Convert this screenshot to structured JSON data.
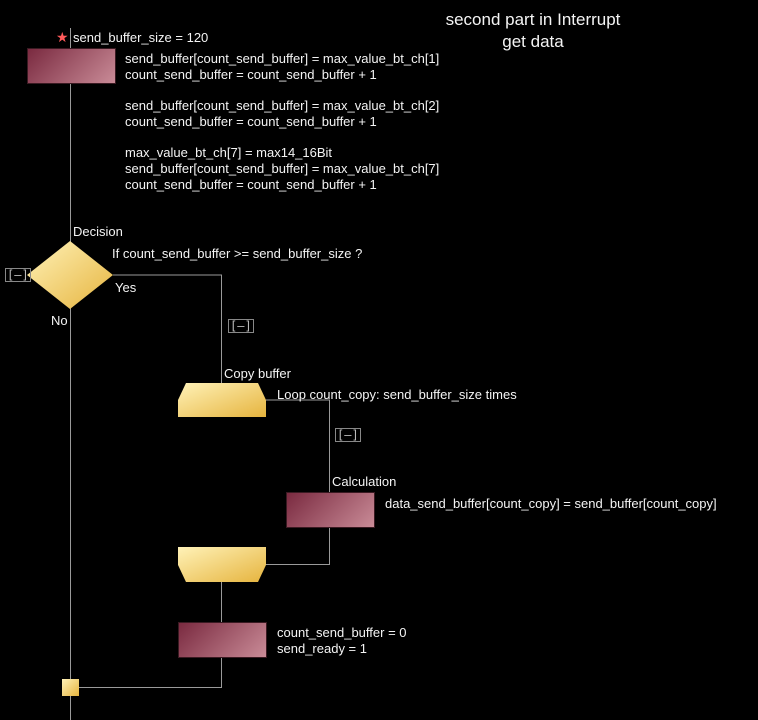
{
  "title": {
    "line1": "second part in Interrupt",
    "line2": "get data"
  },
  "colors": {
    "action": "#b06878",
    "decision": "#f3c95a",
    "line": "#9a9a9a",
    "marker": "#ff5a5a"
  },
  "start": {
    "marker_icon": "star-icon",
    "label": "send_buffer_size = 120"
  },
  "block1": {
    "lines": [
      "send_buffer[count_send_buffer] = max_value_bt_ch[1]",
      "count_send_buffer = count_send_buffer + 1",
      "",
      "send_buffer[count_send_buffer] = max_value_bt_ch[2]",
      "count_send_buffer = count_send_buffer + 1",
      "",
      "max_value_bt_ch[7] = max14_16Bit",
      "send_buffer[count_send_buffer] = max_value_bt_ch[7]",
      "count_send_buffer = count_send_buffer + 1"
    ]
  },
  "decision": {
    "label": "Decision",
    "condition": "If  count_send_buffer >= send_buffer_size ?",
    "yes": "Yes",
    "no": "No"
  },
  "collapse_toggle": "[–]",
  "copy": {
    "label": "Copy buffer",
    "loop": "Loop count_copy: send_buffer_size times"
  },
  "calc": {
    "label": "Calculation",
    "text": "data_send_buffer[count_copy] = send_buffer[count_copy]"
  },
  "final": {
    "line1": "count_send_buffer = 0",
    "line2": "send_ready = 1"
  }
}
